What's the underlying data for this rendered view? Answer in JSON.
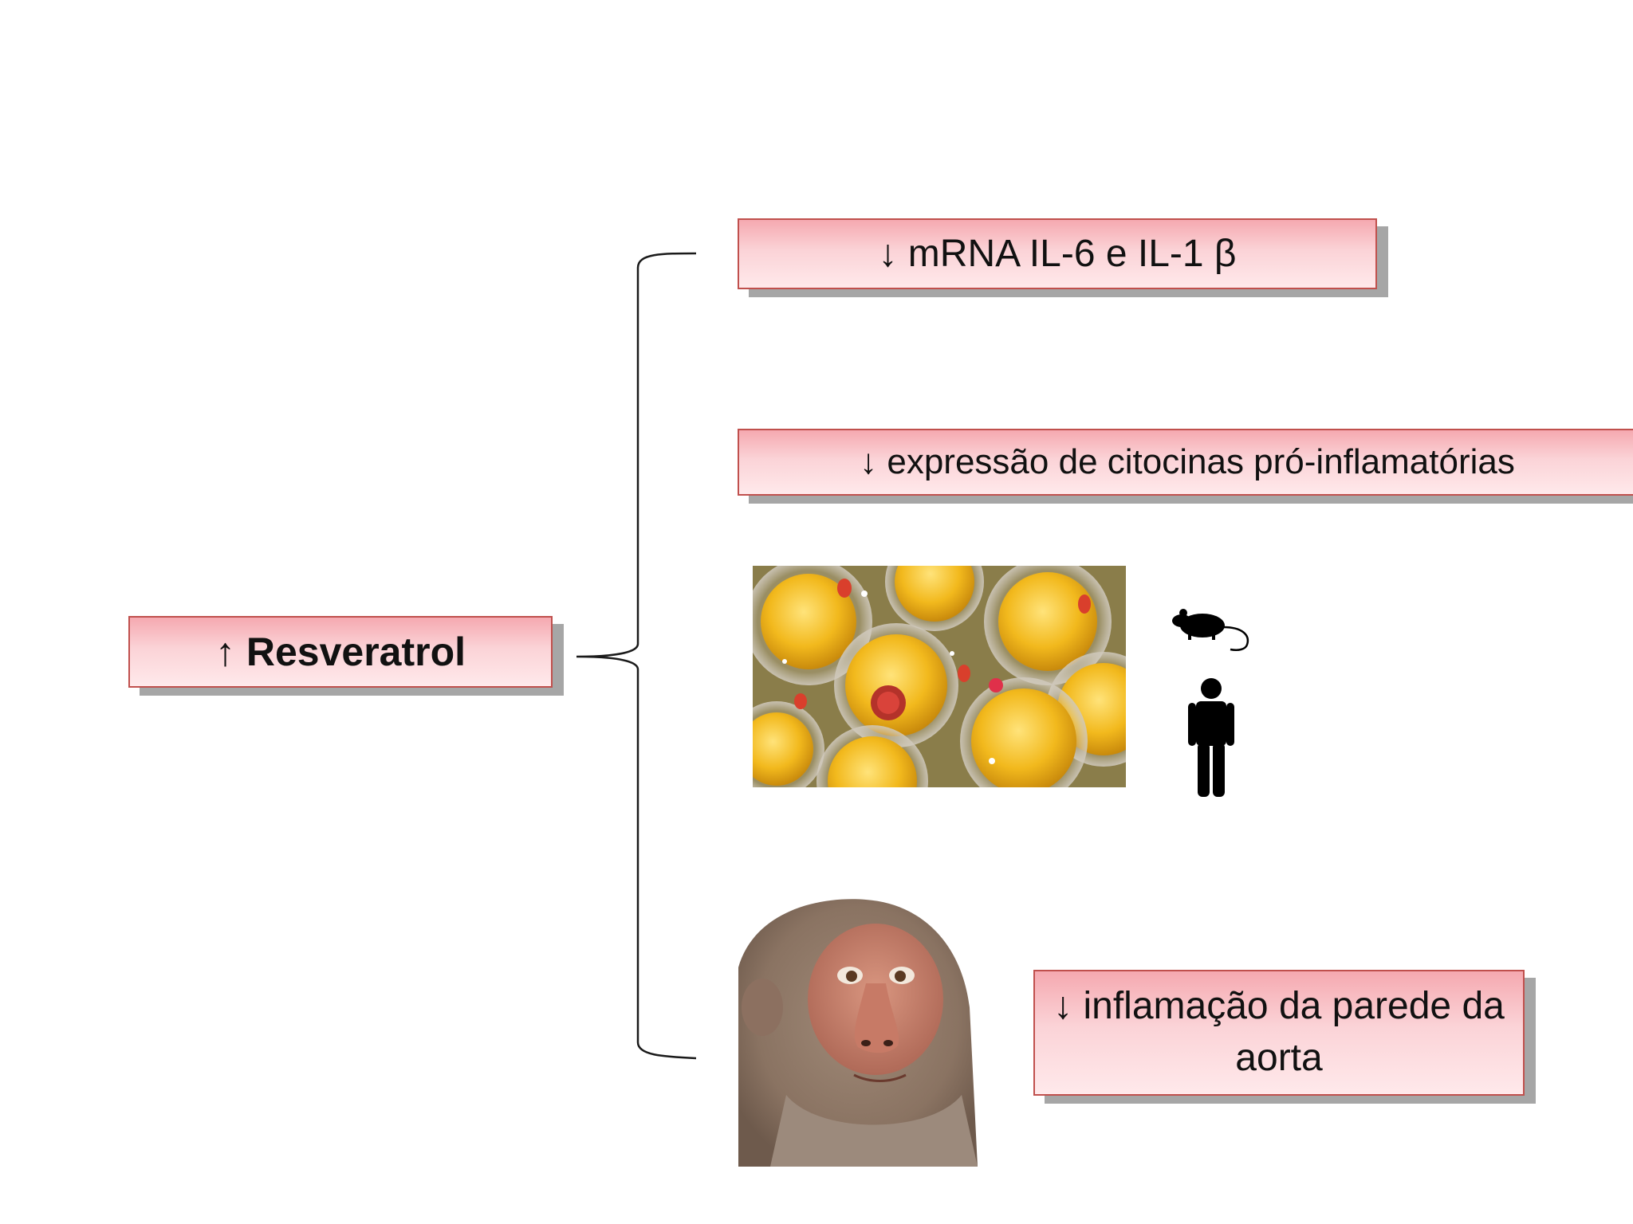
{
  "diagram": {
    "source_box": {
      "label": "↑ Resveratrol"
    },
    "effects": [
      {
        "label": "↓ mRNA IL-6 e IL-1 β"
      },
      {
        "label": "↓ expressão de citocinas pró-inflamatórias"
      },
      {
        "label": "↓ inflamação da parede da aorta"
      }
    ],
    "icons": [
      "adipocytes-illustration",
      "mouse-icon",
      "person-icon",
      "monkey-image"
    ],
    "colors": {
      "box_border": "#c0504d",
      "box_fill_top": "#f5a9b0",
      "box_fill_bottom": "#ffe9eb",
      "box_shadow": "#a6a6a6"
    }
  }
}
